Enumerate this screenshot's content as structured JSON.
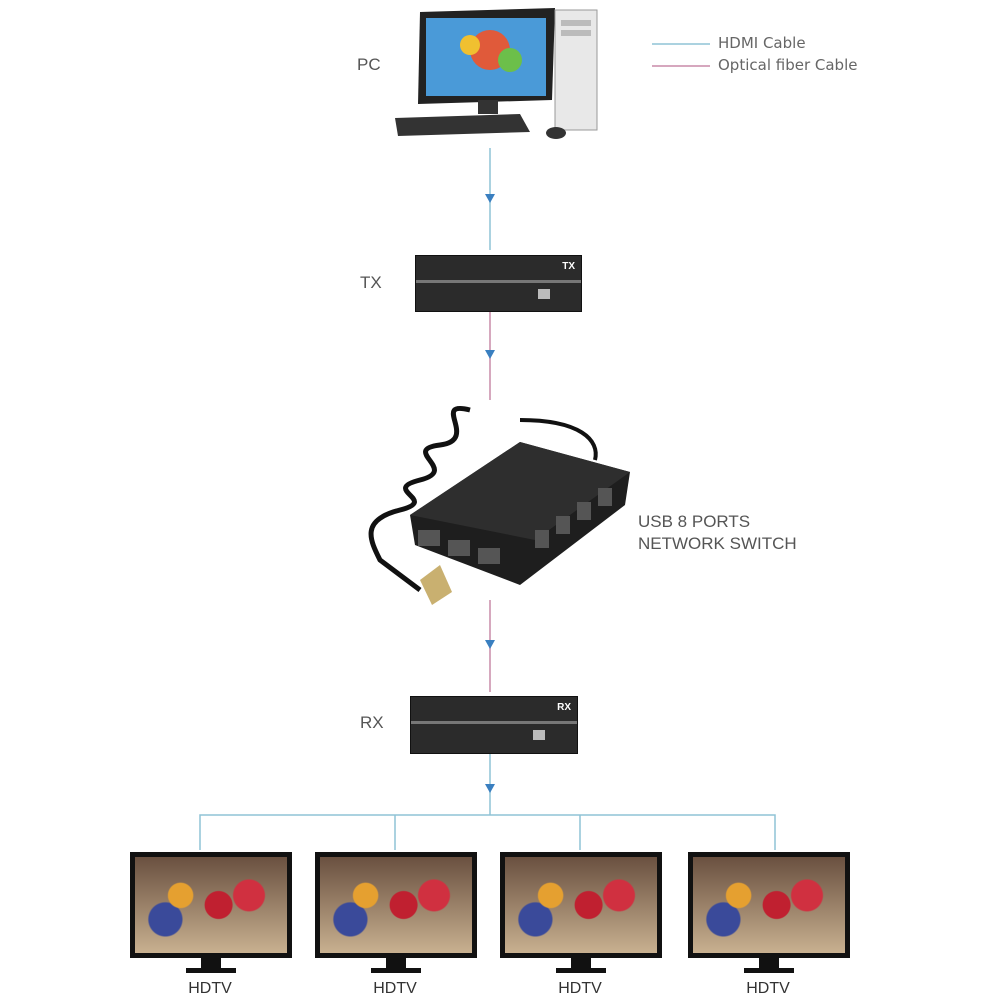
{
  "legend": {
    "hdmi": "HDMI Cable",
    "fiber": "Optical fiber Cable"
  },
  "colors": {
    "hdmi": "#8fc3d6",
    "fiber": "#c98aa8",
    "arrow": "#3a7fc0"
  },
  "nodes": {
    "pc": "PC",
    "tx": "TX",
    "switch": "USB 8 PORTS\nNETWORK SWITCH",
    "switch_line1": "USB 8 PORTS",
    "switch_line2": "NETWORK SWITCH",
    "rx": "RX"
  },
  "tv_labels": [
    "HDTV",
    "HDTV",
    "HDTV",
    "HDTV"
  ]
}
